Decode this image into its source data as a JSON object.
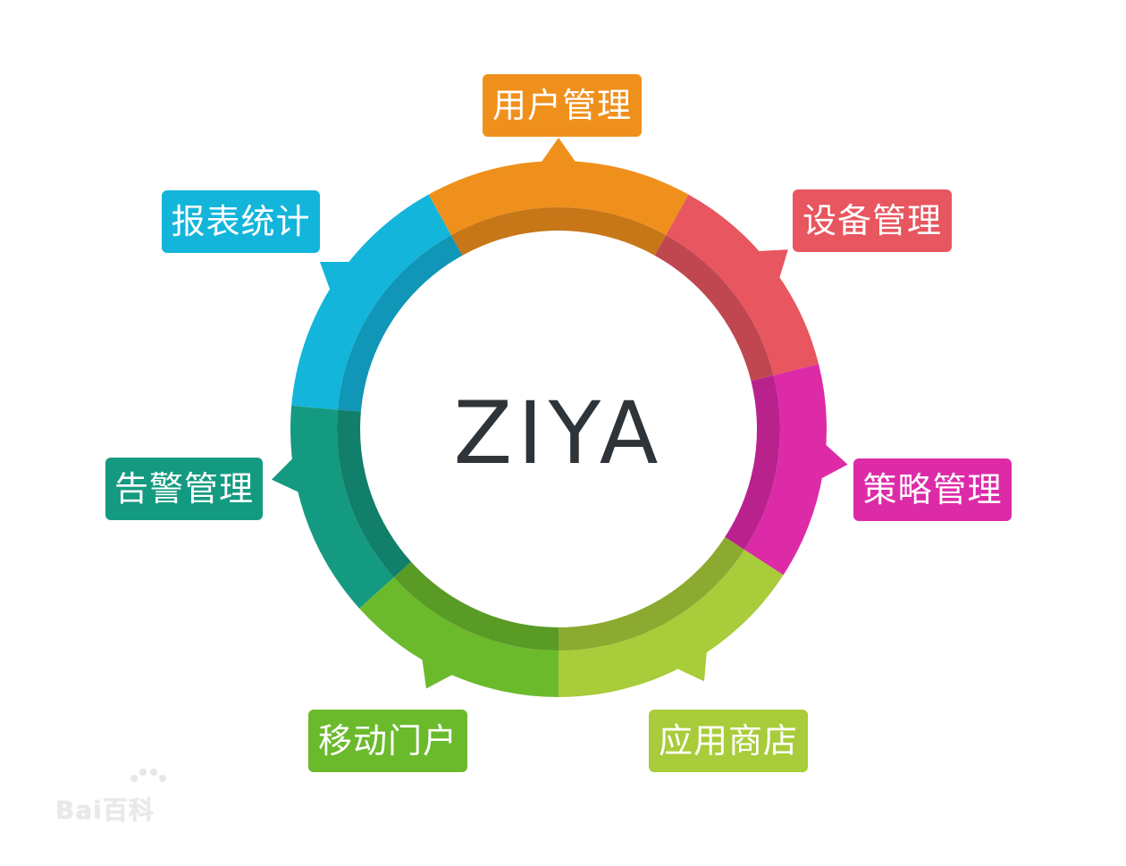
{
  "center": {
    "title": "ZIYA"
  },
  "segments": [
    {
      "name": "user-management",
      "label": "用户管理",
      "color": "#F0901C",
      "inner": "#C77718"
    },
    {
      "name": "device-management",
      "label": "设备管理",
      "color": "#E8565F",
      "inner": "#C0474F"
    },
    {
      "name": "policy-management",
      "label": "策略管理",
      "color": "#DD2BA8",
      "inner": "#B9228D"
    },
    {
      "name": "app-store",
      "label": "应用商店",
      "color": "#A8CC3A",
      "inner": "#8CAA30"
    },
    {
      "name": "mobile-portal",
      "label": "移动门户",
      "color": "#6BBA2C",
      "inner": "#5A9B25"
    },
    {
      "name": "alarm-management",
      "label": "告警管理",
      "color": "#149A80",
      "inner": "#117F6A"
    },
    {
      "name": "report-statistics",
      "label": "报表统计",
      "color": "#13B5DB",
      "inner": "#1096B6"
    }
  ],
  "watermark": {
    "text": "Bai百科",
    "icon": "paw-icon"
  }
}
